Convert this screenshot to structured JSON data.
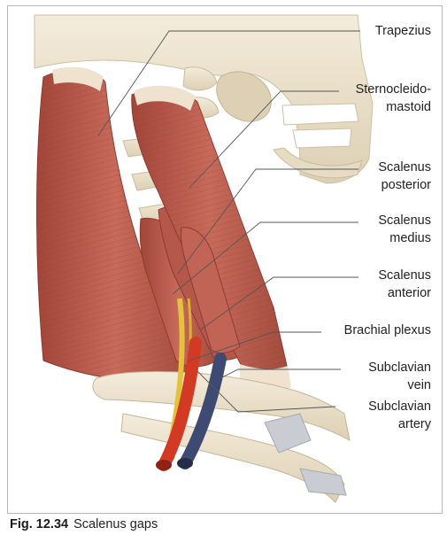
{
  "figure": {
    "number": "Fig. 12.34",
    "title": "Scalenus gaps"
  },
  "labels": {
    "trapezius": "Trapezius",
    "sternocleidomastoid_1": "Sternocleido-",
    "sternocleidomastoid_2": "mastoid",
    "scalenus_posterior_1": "Scalenus",
    "scalenus_posterior_2": "posterior",
    "scalenus_medius_1": "Scalenus",
    "scalenus_medius_2": "medius",
    "scalenus_anterior_1": "Scalenus",
    "scalenus_anterior_2": "anterior",
    "brachial_plexus": "Brachial plexus",
    "subclavian_vein_1": "Subclavian",
    "subclavian_vein_2": "vein",
    "subclavian_artery_1": "Subclavian",
    "subclavian_artery_2": "artery"
  },
  "colors": {
    "muscle": "#b8584a",
    "bone": "#efe6d2",
    "artery": "#d23a24",
    "vein": "#3f4a73",
    "nerve": "#e4c23c",
    "leader_line": "#555555",
    "frame": "#b9b9b9"
  }
}
